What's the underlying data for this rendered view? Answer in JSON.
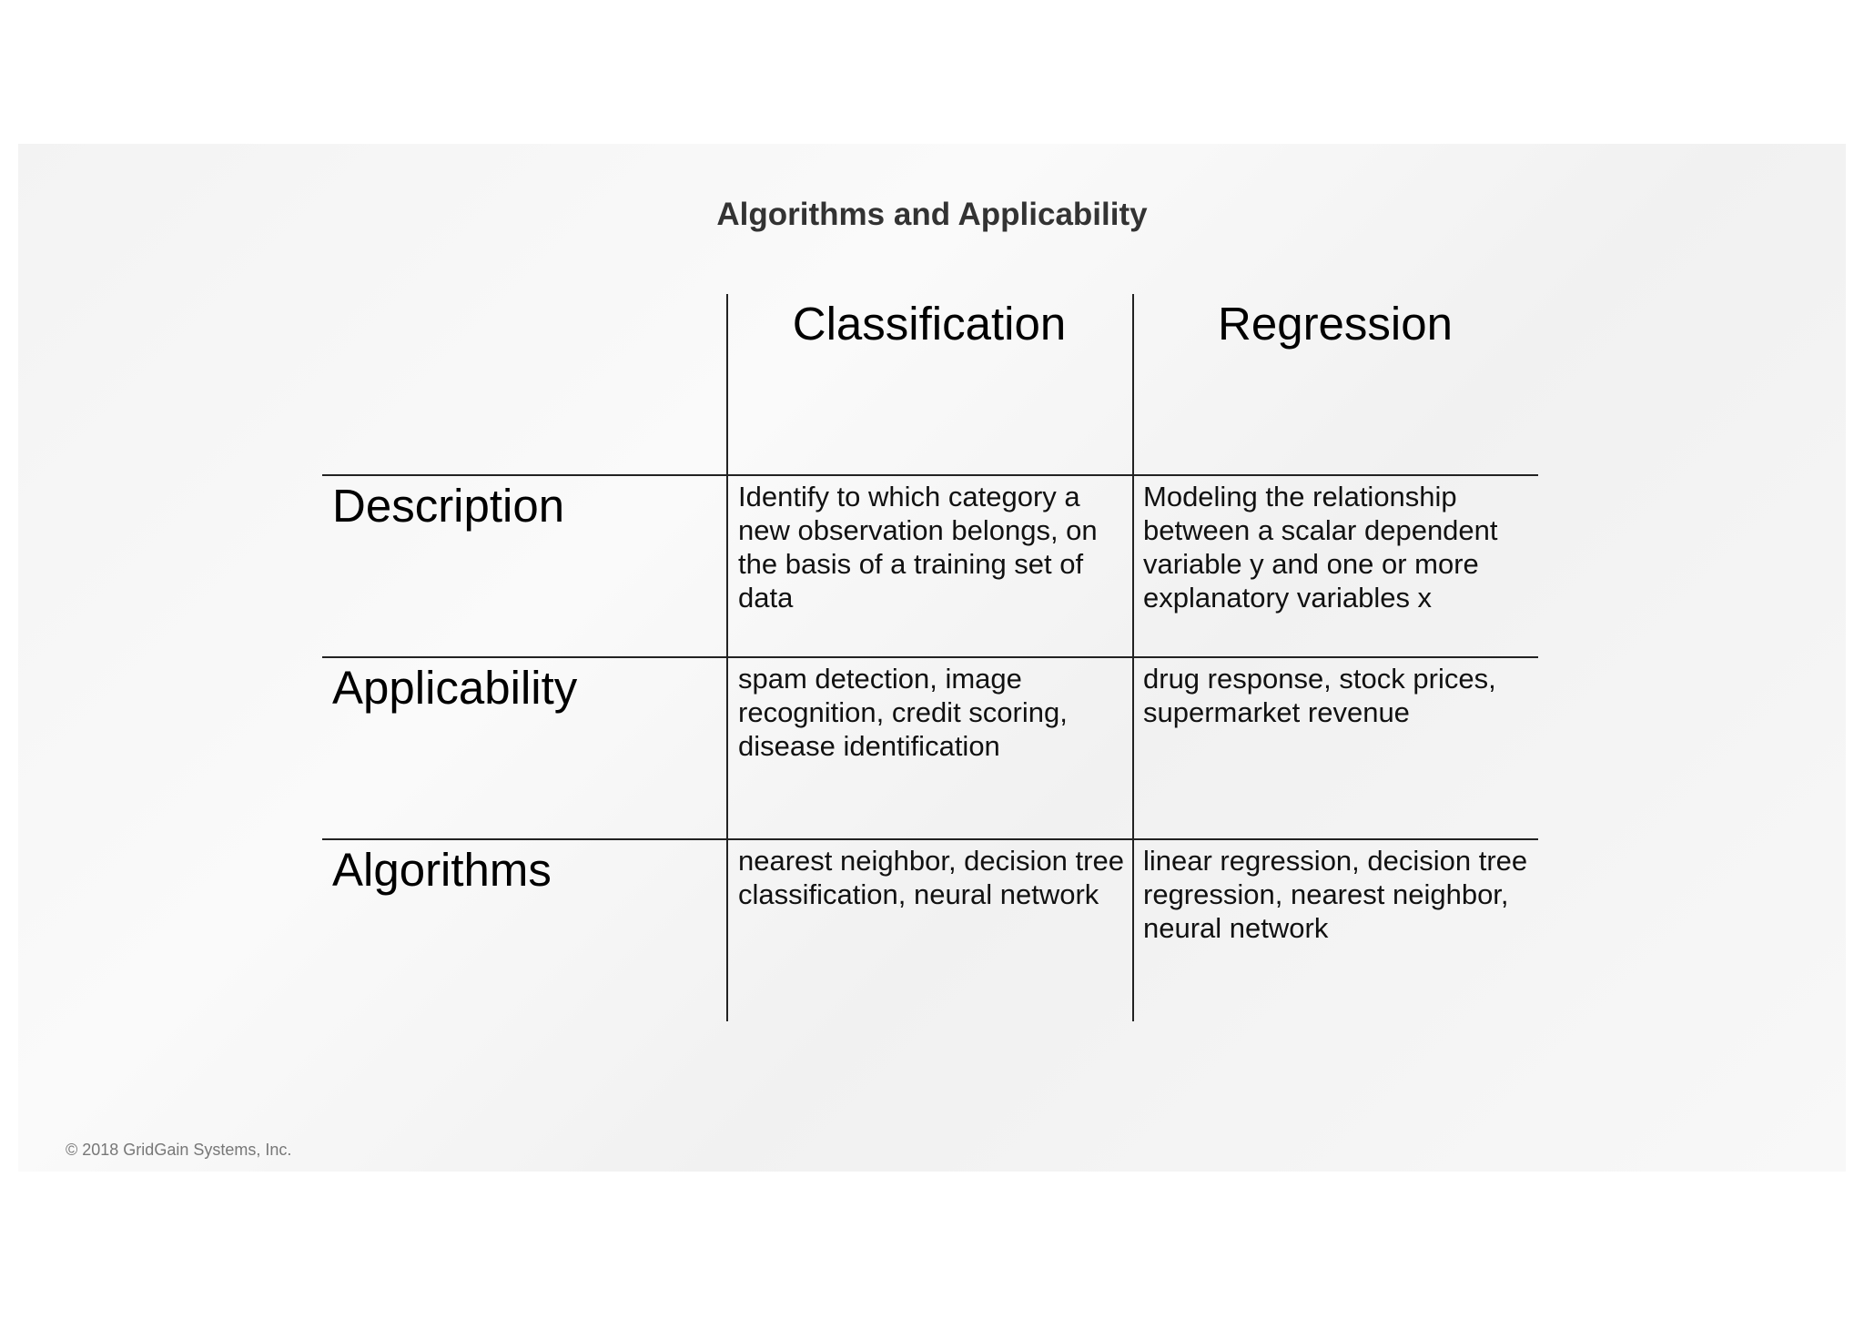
{
  "title": "Algorithms and Applicability",
  "columns": [
    "Classification",
    "Regression"
  ],
  "rows": [
    {
      "label": "Description",
      "cells": [
        "Identify to which category a new observation belongs, on the basis of a training set of data",
        "Modeling the relationship between a scalar dependent variable y and one or more explanatory variables x"
      ]
    },
    {
      "label": "Applicability",
      "cells": [
        "spam detection, image recognition, credit scoring, disease identification",
        "drug response, stock prices, supermarket revenue"
      ]
    },
    {
      "label": "Algorithms",
      "cells": [
        "nearest neighbor, decision tree classification, neural network",
        "linear regression, decision tree regression, nearest neighbor, neural network"
      ]
    }
  ],
  "footer": "© 2018 GridGain Systems, Inc."
}
